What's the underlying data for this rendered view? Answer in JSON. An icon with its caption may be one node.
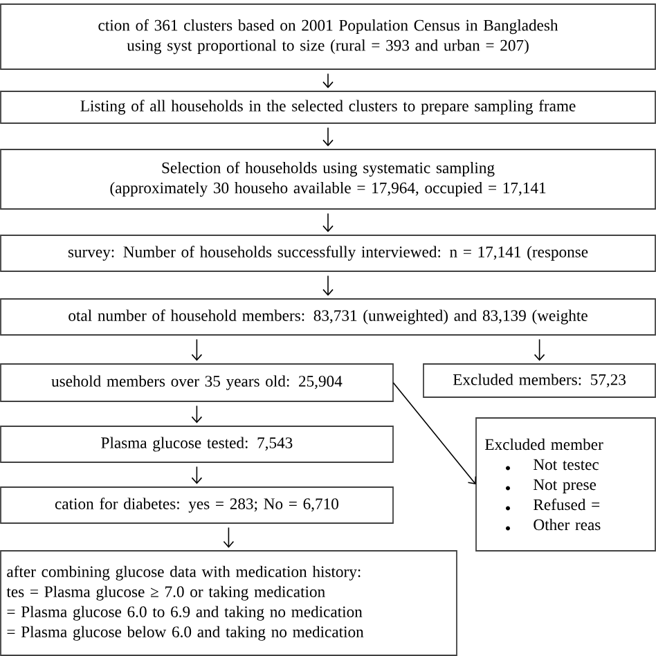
{
  "diagram": {
    "nodes": [
      {
        "text": [
          "ction of 361 clusters based on 2001 Population Census in Bangladesh using syst proportional to size (rural = 393 and urban = 207)"
        ]
      },
      {
        "text": [
          "Listing of all households in the selected clusters to prepare sampling frame"
        ]
      },
      {
        "text": [
          "Selection of households using systematic sampling (approximately 30 househo available = 17,964, occupied = 17,141"
        ]
      },
      {
        "text": [
          "survey: Number of households successfully interviewed: n = 17,141 (response"
        ]
      },
      {
        "text": [
          "otal number of household members: 83,731 (unweighted) and 83,139 (weighte"
        ]
      },
      {
        "text": [
          "usehold members over 35 years old: 25,904"
        ]
      },
      {
        "text": [
          "Excluded members: 57,23"
        ]
      },
      {
        "text": [
          "Plasma glucose tested: 7,543"
        ]
      },
      {
        "text": [
          "cation for diabetes: yes = 283; No = 6,710"
        ]
      },
      {
        "text": [
          "after combining glucose data with medication history:",
          "tes = Plasma glucose ≥ 7.0 or taking medication",
          "= Plasma glucose 6.0 to 6.9 and taking no medication",
          "= Plasma glucose below 6.0 and taking no medication"
        ]
      },
      {
        "text": [
          "Excluded member",
          "Not testec",
          "Not prese",
          "Refused =",
          "Other reas"
        ]
      }
    ],
    "edges": [
      {
        "from": 0,
        "to": 1,
        "arrow": "to"
      },
      {
        "from": 1,
        "to": 2,
        "arrow": "to"
      },
      {
        "from": 2,
        "to": 3,
        "arrow": "to"
      },
      {
        "from": 3,
        "to": 4,
        "arrow": "to"
      },
      {
        "from": 4,
        "to": 5,
        "arrow": "to"
      },
      {
        "from": 4,
        "to": 6,
        "arrow": "to"
      },
      {
        "from": 5,
        "to": 7,
        "arrow": "to"
      },
      {
        "from": 7,
        "to": 8,
        "arrow": "to"
      },
      {
        "from": 8,
        "to": 9,
        "arrow": "to"
      },
      {
        "from": 5,
        "to": 10,
        "arrow": "to"
      }
    ]
  }
}
